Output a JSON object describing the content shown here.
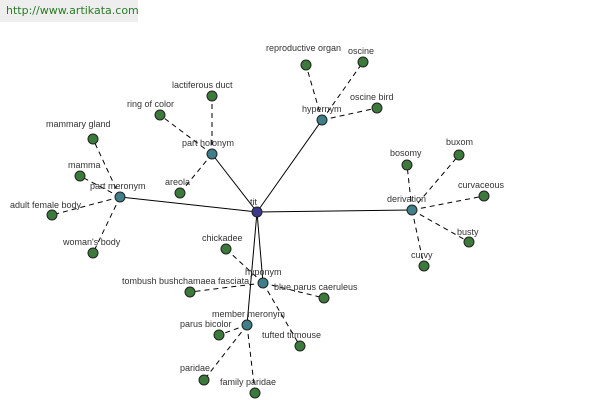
{
  "watermark": "http://www.artikata.com",
  "colors": {
    "center": "#3b3b8a",
    "relation": "#3f7f8a",
    "leaf": "#3c7a3c",
    "node_stroke": "#222222"
  },
  "center": {
    "id": "tit",
    "label": "tit"
  },
  "relations": [
    {
      "id": "part-holonym",
      "label": "part holonym",
      "leaves": [
        "lactiferous duct",
        "ring of color",
        "areola"
      ]
    },
    {
      "id": "hypernym",
      "label": "hypernym",
      "leaves": [
        "reproductive organ",
        "oscine",
        "oscine bird"
      ]
    },
    {
      "id": "part-meronym",
      "label": "part meronym",
      "leaves": [
        "mammary gland",
        "mamma",
        "adult female body",
        "woman's body"
      ]
    },
    {
      "id": "derivation",
      "label": "derivation",
      "leaves": [
        "bosomy",
        "buxom",
        "curvaceous",
        "busty",
        "curvy"
      ]
    },
    {
      "id": "hyponym",
      "label": "hyponym",
      "leaves": [
        "chickadee",
        "tombush bushchamaea fasciata",
        "blue parus caeruleus",
        "tufted titmouse"
      ]
    },
    {
      "id": "member-meronym",
      "label": "member meronym",
      "leaves": [
        "parus bicolor",
        "paridae",
        "family paridae"
      ]
    }
  ]
}
